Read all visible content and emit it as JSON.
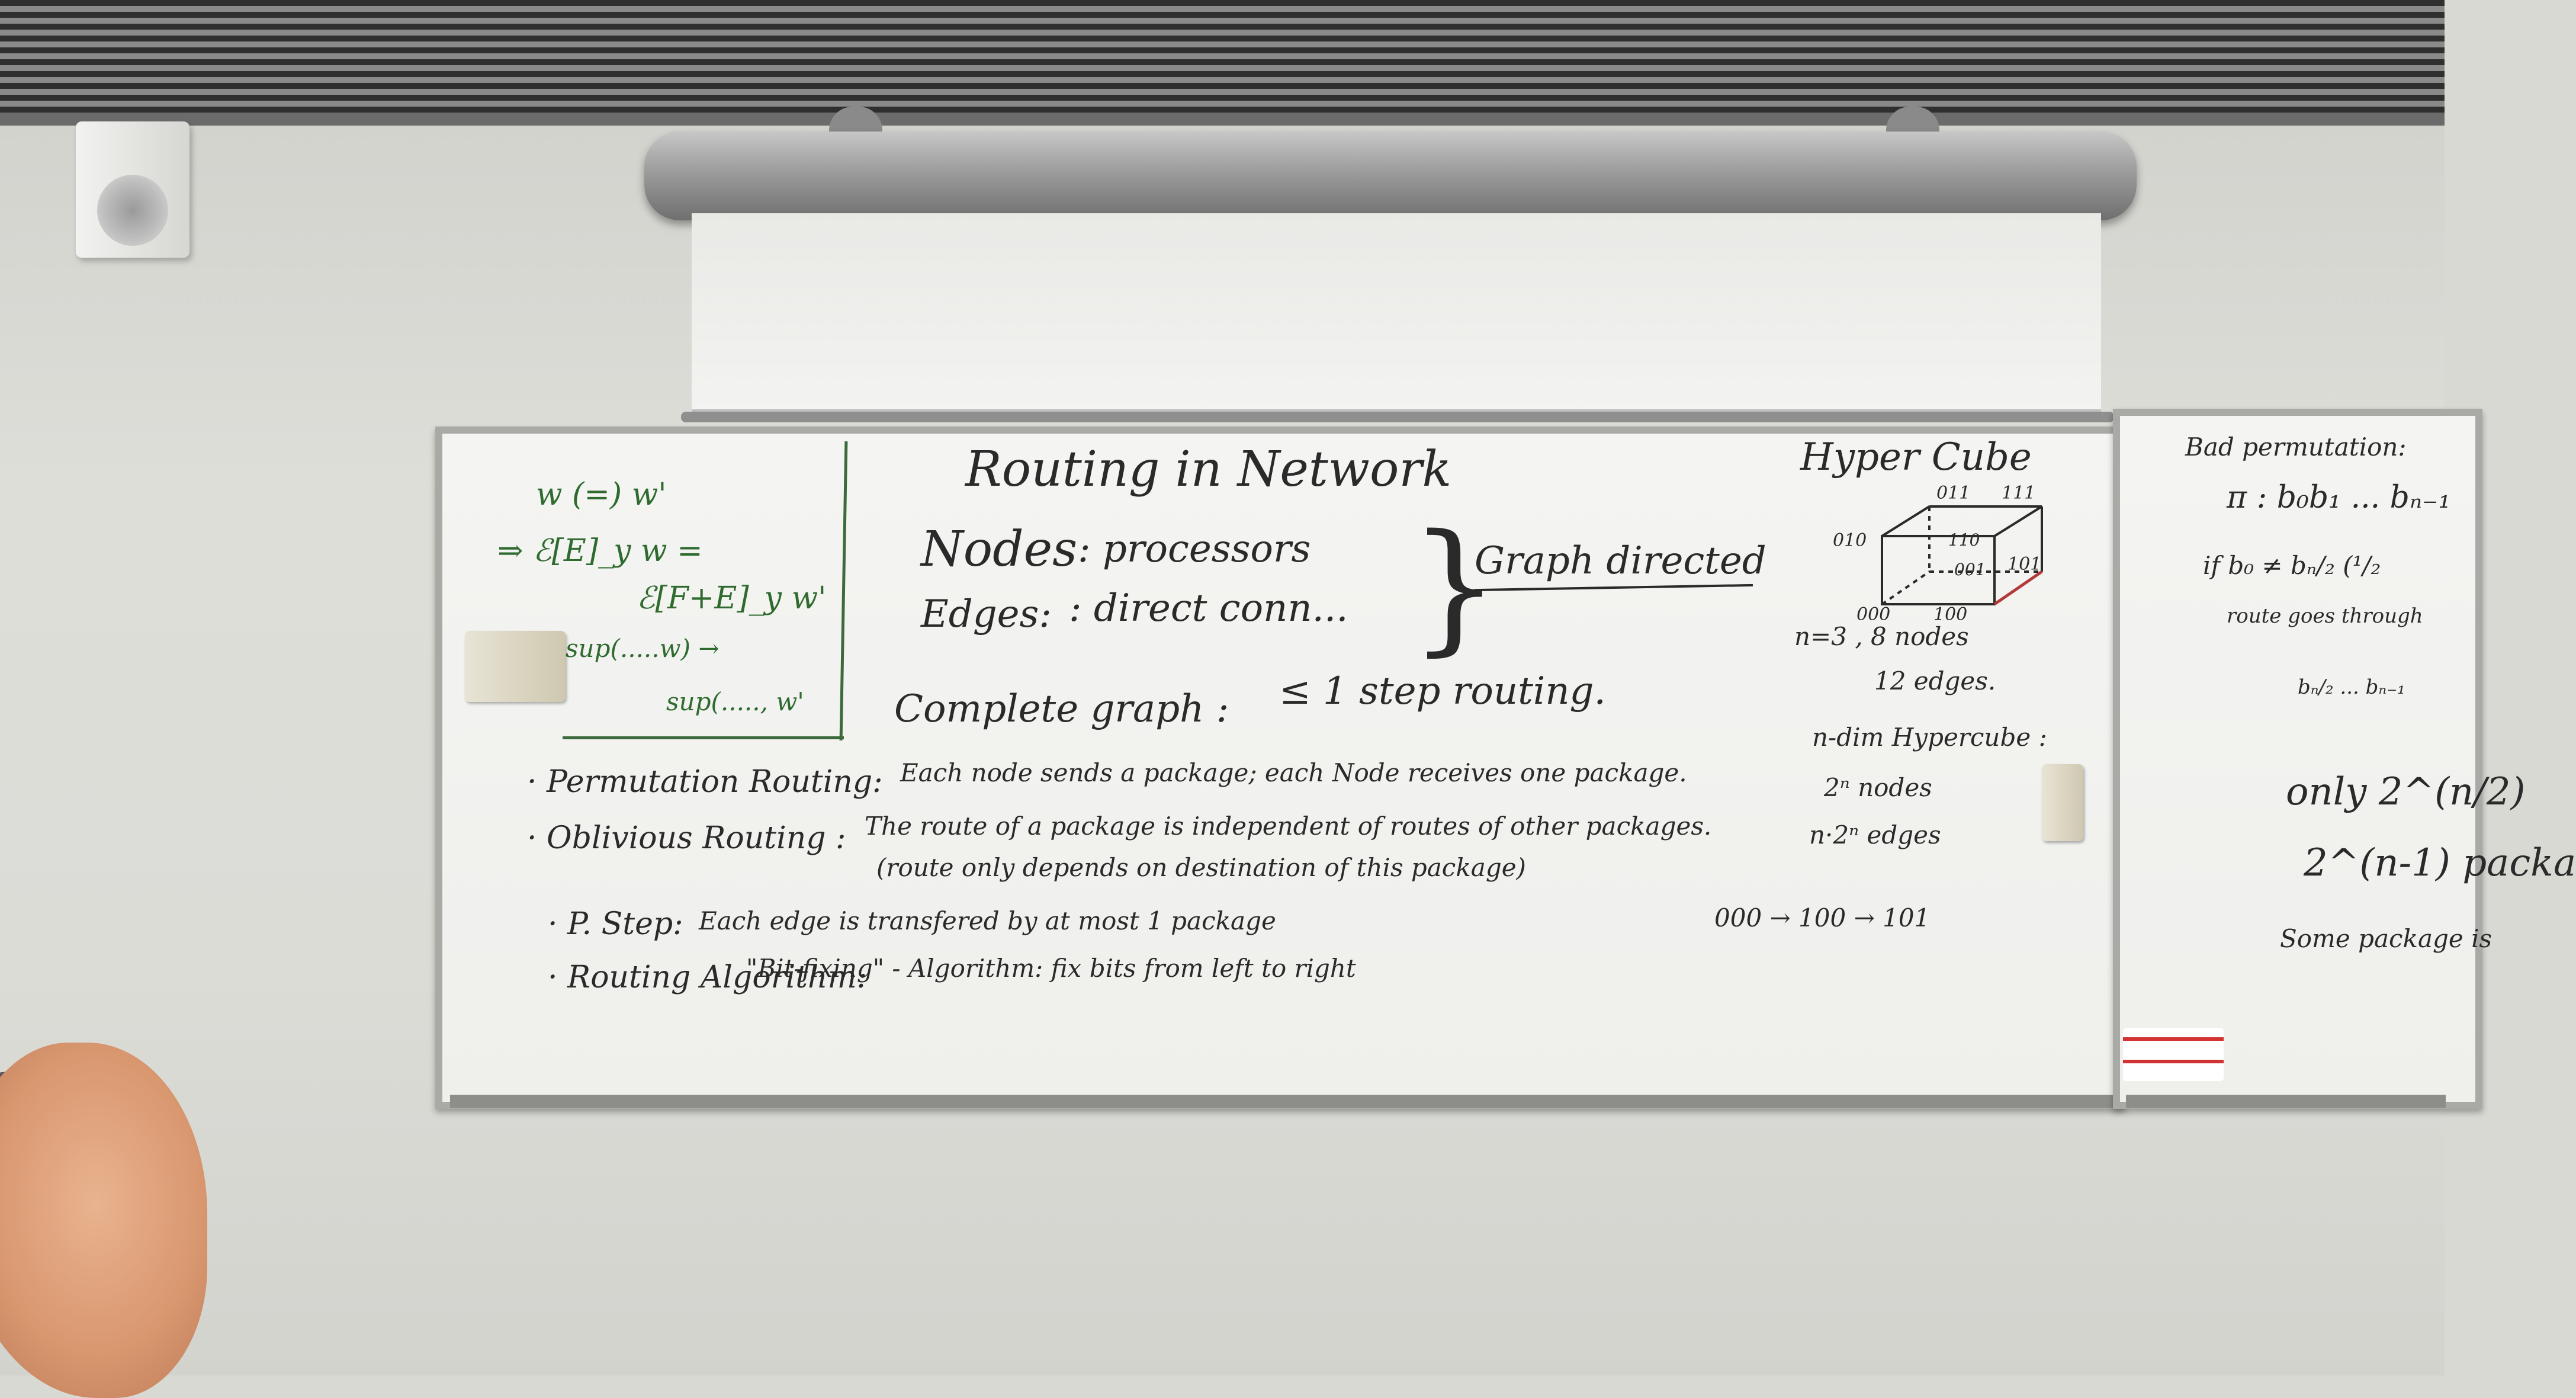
{
  "board": {
    "title": "Routing in Network",
    "nodes_label": "Nodes",
    "nodes_value": ": processors",
    "edges_label": "Edges:",
    "edges_value": ": direct conn...",
    "graph_note": "Graph directed",
    "complete_graph": "Complete graph :",
    "one_step": "≤ 1 step  routing.",
    "permutation_label": "· Permutation Routing:",
    "permutation_desc": "Each node sends a package; each Node receives one package.",
    "oblivious_label": "· Oblivious Routing :",
    "oblivious_desc": "The route of a package is independent of routes of other packages.",
    "oblivious_note": "(route only depends on destination of this package)",
    "step_label": "· P. Step:",
    "step_desc": "Each edge is transfered by at most 1 package",
    "algo_label": "· Routing Algorithm:",
    "algo_desc": "\"Bit-fixing\" - Algorithm: fix bits from left to right"
  },
  "left_panel": {
    "line1": "w (=) w'",
    "line2": "⇒ ℰ[E]_y w  =",
    "line3": "ℰ[F+E]_y w'",
    "line4": "sup(.....w) →",
    "line5": "sup(....., w'"
  },
  "hypercube": {
    "title": "Hyper Cube",
    "v000": "000",
    "v100": "100",
    "v010": "010",
    "v011": "011",
    "v111": "111",
    "v101": "101",
    "v001": "001",
    "v110": "110",
    "n3": "n=3 ,  8 nodes",
    "edges12": "12 edges.",
    "ndim": "n-dim  Hypercube :",
    "nodes2n": "2ⁿ nodes",
    "edgesn": "n·2ⁿ edges",
    "path": "000 →  100   → 101"
  },
  "right_board": {
    "title": "Bad permutation:",
    "pi": "π :   b₀b₁ ... bₙ₋₁",
    "if_line": "if  b₀ ≠ bₙ/₂  (¹/₂",
    "route": "route goes through",
    "bits": "bₙ/₂ ... bₙ₋₁",
    "only": "only   2^(n/2)",
    "packages": "2^(n-1)   packa",
    "some": "Some package is"
  }
}
